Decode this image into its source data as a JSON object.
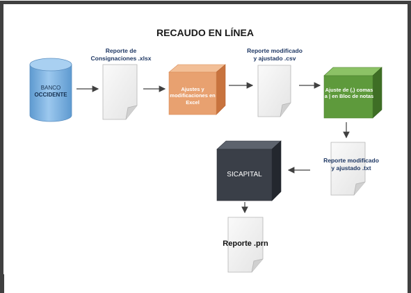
{
  "diagram": {
    "title": "RECAUDO EN LÍNEA",
    "bank": {
      "line1": "BANCO",
      "line2": "OCCIDENTE"
    },
    "doc_xlsx": {
      "line1": "Reporte de",
      "line2": "Consignaciones .xlsx"
    },
    "excel_box": {
      "line1": "Ajustes y",
      "line2": "modificaciones en Excel"
    },
    "doc_csv": {
      "line1": "Reporte modificado",
      "line2": "y ajustado .csv"
    },
    "notepad_box": {
      "line1": "Ajuste de (,) comas",
      "line2": "a | en Bloc de notas"
    },
    "doc_txt": {
      "line1": "Reporte modificado",
      "line2": "y ajustado .txt"
    },
    "sicapital_box": {
      "label": "SICAPITAL"
    },
    "doc_prn": {
      "label": "Reporte .prn"
    }
  },
  "colors": {
    "frame": "#404040",
    "bank_fill": "#7fb6e3",
    "excel_front": "#e8a170",
    "notepad_front": "#5e9a3c",
    "sicapital_front": "#3a3f48",
    "arrow": "#404040",
    "label_text": "#1f3864"
  }
}
